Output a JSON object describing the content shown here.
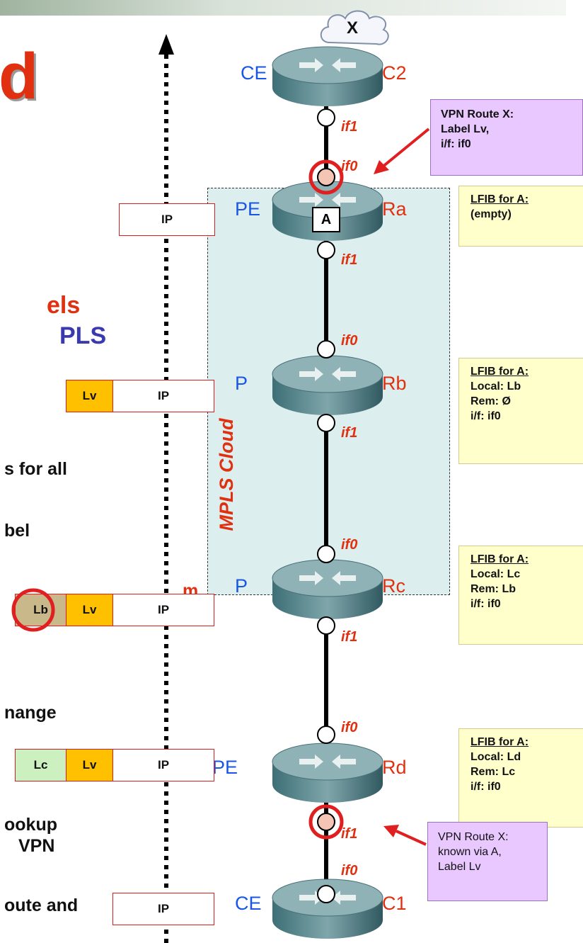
{
  "left_text": {
    "title_fragment": "d",
    "labels_fragment": "els",
    "mpls_fragment": "PLS",
    "line1": "s for all",
    "line2": "bel",
    "line3": "m",
    "line4": "nange",
    "line5": "ookup",
    "line6": "VPN",
    "line7": "oute and"
  },
  "cloud_label": "MPLS Cloud",
  "destination_label": "X",
  "routers": [
    {
      "id": "C2",
      "role": "CE",
      "name": "C2"
    },
    {
      "id": "Ra",
      "role": "PE",
      "name": "Ra",
      "badge": "A"
    },
    {
      "id": "Rb",
      "role": "P",
      "name": "Rb"
    },
    {
      "id": "Rc",
      "role": "P",
      "name": "Rc"
    },
    {
      "id": "Rd",
      "role": "PE",
      "name": "Rd"
    },
    {
      "id": "C1",
      "role": "CE",
      "name": "C1"
    }
  ],
  "interfaces": {
    "c2_if1": "if1",
    "ra_if0": "if0",
    "ra_if1": "if1",
    "rb_if0": "if0",
    "rb_if1": "if1",
    "rc_if0": "if0",
    "rc_if1": "if1",
    "rd_if0": "if0",
    "rd_if1": "if1",
    "c1_if0": "if0"
  },
  "packets": [
    {
      "cells": [
        "IP"
      ]
    },
    {
      "cells": [
        "Lv",
        "IP"
      ]
    },
    {
      "cells": [
        "Lb",
        "Lv",
        "IP"
      ]
    },
    {
      "cells": [
        "Lc",
        "Lv",
        "IP"
      ]
    },
    {
      "cells": [
        "IP"
      ]
    }
  ],
  "lfib": [
    {
      "title": "LFIB for A:",
      "lines": [
        "(empty)"
      ]
    },
    {
      "title": "LFIB for A:",
      "lines": [
        "Local: Lb",
        "Rem: Ø",
        "i/f: if0"
      ]
    },
    {
      "title": "LFIB for A:",
      "lines": [
        "Local: Lc",
        "Rem: Lb",
        "i/f: if0"
      ]
    },
    {
      "title": "LFIB for A:",
      "lines": [
        "Local: Ld",
        "Rem: Lc",
        "i/f: if0"
      ]
    }
  ],
  "vpn_route_top": {
    "lines": [
      "VPN Route X:",
      "Label Lv,",
      "i/f: if0"
    ]
  },
  "vpn_route_bottom": {
    "lines": [
      "VPN Route X:",
      "known via A,",
      "Label Lv"
    ]
  },
  "colors": {
    "label_lv": "#ffc000",
    "label_lb": "#c8b88a",
    "label_lc": "#ccf0c0",
    "cloud_fill": "#ddeeee",
    "lfib_fill": "#ffffcc",
    "vpn_fill": "#e8c8ff",
    "role_blue": "#1a56e6",
    "name_red": "#e03010"
  }
}
